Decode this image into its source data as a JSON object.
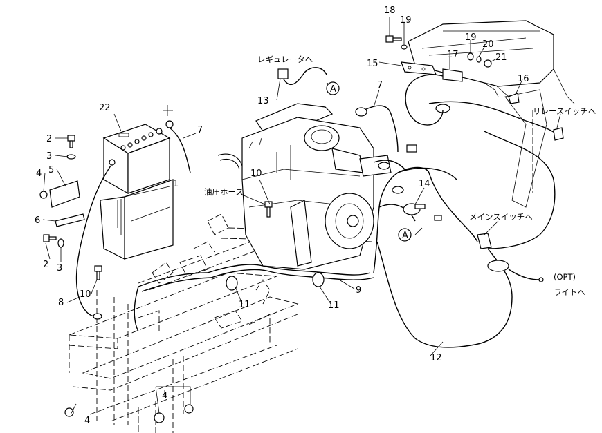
{
  "part_numbers": {
    "n1": "1",
    "n2a": "2",
    "n2b": "2",
    "n3a": "3",
    "n3b": "3",
    "n4a": "4",
    "n4b": "4",
    "n4c": "4",
    "n5": "5",
    "n6": "6",
    "n7a": "7",
    "n7b": "7",
    "n8": "8",
    "n9": "9",
    "n10a": "10",
    "n10b": "10",
    "n11a": "11",
    "n11b": "11",
    "n12": "12",
    "n13": "13",
    "n14": "14",
    "n15": "15",
    "n16": "16",
    "n17": "17",
    "n18": "18",
    "n19a": "19",
    "n19b": "19",
    "n20": "20",
    "n21": "21",
    "n22": "22"
  },
  "callouts": {
    "regulator": "レギュレータへ",
    "hydraulic_hose": "油圧ホース",
    "relay_switch": "リレースイッチへ",
    "main_switch": "メインスイッチへ",
    "opt": "(OPT)",
    "light": "ライトへ",
    "ref_a1": "A",
    "ref_a2": "A"
  }
}
